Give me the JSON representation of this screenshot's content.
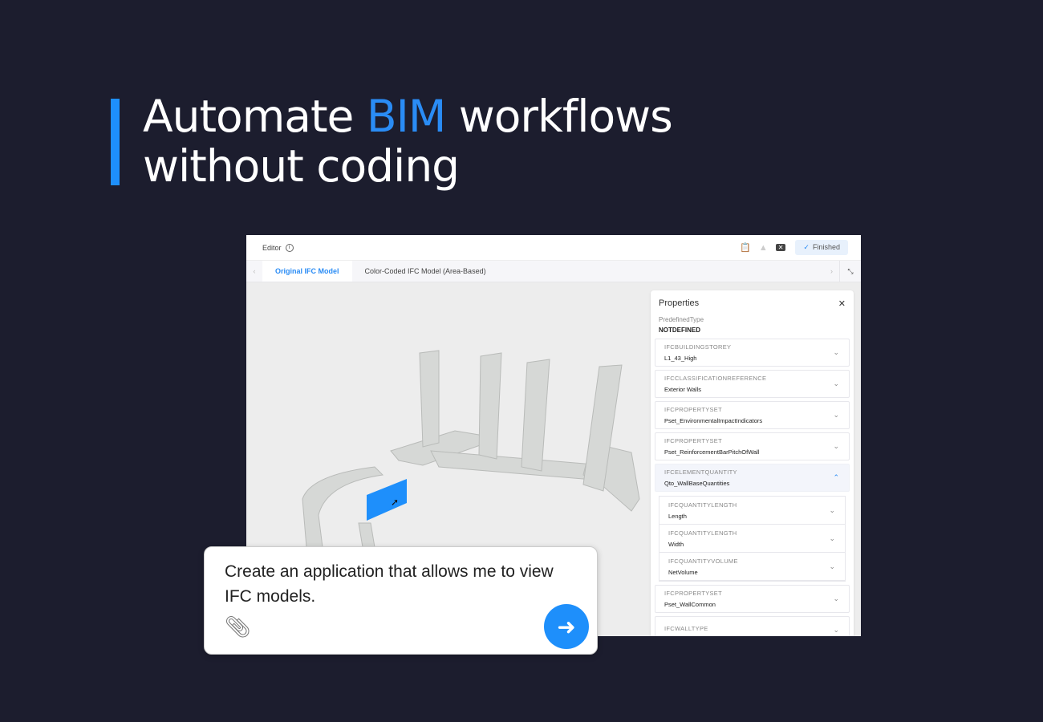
{
  "headline": {
    "pre": "Automate ",
    "accent": "BIM",
    "post": " workflows",
    "line2": "without coding"
  },
  "editor": {
    "title": "Editor",
    "status": "Finished",
    "tabs": [
      "Original IFC Model",
      "Color-Coded IFC Model (Area-Based)"
    ]
  },
  "properties": {
    "title": "Properties",
    "predefined_label": "PredefinedType",
    "predefined_value": "NOTDEFINED",
    "cards": [
      {
        "k": "IFCBUILDINGSTOREY",
        "v": "L1_43_High"
      },
      {
        "k": "IFCCLASSIFICATIONREFERENCE",
        "v": "Exterior Walls"
      },
      {
        "k": "IFCPROPERTYSET",
        "v": "Pset_EnvironmentalImpactIndicators"
      },
      {
        "k": "IFCPROPERTYSET",
        "v": "Pset_ReinforcementBarPitchOfWall"
      },
      {
        "k": "IFCELEMENTQUANTITY",
        "v": "Qto_WallBaseQuantities"
      },
      {
        "k": "IFCPROPERTYSET",
        "v": "Pset_WallCommon"
      },
      {
        "k": "IFCWALLTYPE",
        "v": ""
      }
    ],
    "nested": [
      {
        "k": "IFCQUANTITYLENGTH",
        "v": "Length"
      },
      {
        "k": "IFCQUANTITYLENGTH",
        "v": "Width"
      },
      {
        "k": "IFCQUANTITYVOLUME",
        "v": "NetVolume"
      }
    ]
  },
  "chat": {
    "prompt": "Create an application that allows me to view IFC models."
  }
}
